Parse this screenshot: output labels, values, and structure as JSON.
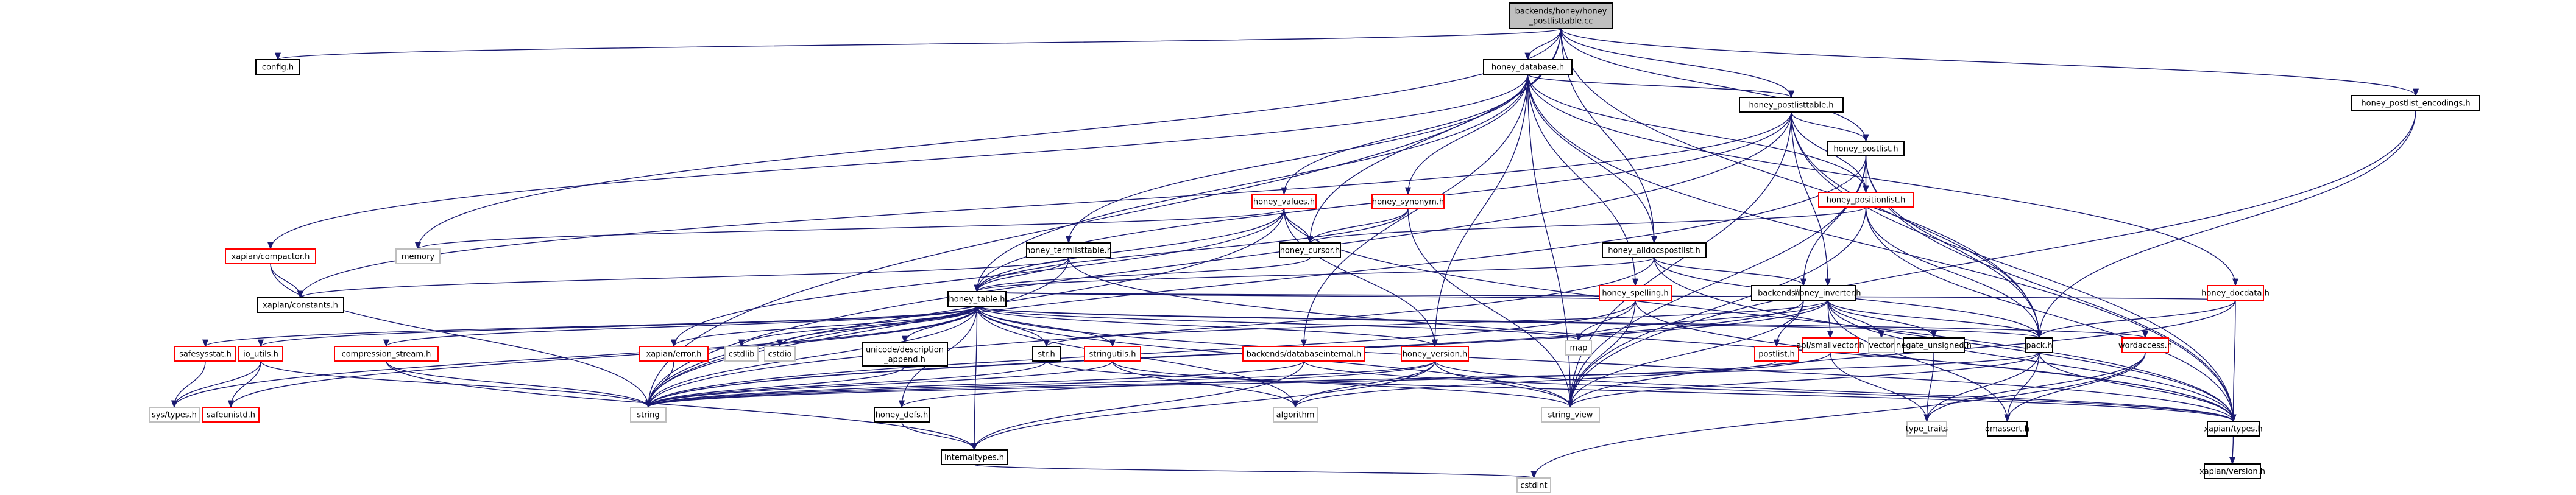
{
  "title": "backends/honey/honey_postlisttable.cc",
  "colors": {
    "edge": "#191970",
    "root_fill": "#bfbfbf",
    "normal_border": "#000000",
    "truncated_border": "#ff0000",
    "external_border": "#bfbfbf"
  },
  "nodes": [
    {
      "id": "root",
      "label": [
        "backends/honey/honey",
        "_postlisttable.cc"
      ],
      "kind": "root"
    },
    {
      "id": "config",
      "label": [
        "config.h"
      ],
      "kind": "normal"
    },
    {
      "id": "honey_database",
      "label": [
        "honey_database.h"
      ],
      "kind": "normal"
    },
    {
      "id": "honey_postlist_encodings",
      "label": [
        "honey_postlist_encodings.h"
      ],
      "kind": "normal"
    },
    {
      "id": "honey_postlisttable",
      "label": [
        "honey_postlisttable.h"
      ],
      "kind": "normal"
    },
    {
      "id": "honey_postlist",
      "label": [
        "honey_postlist.h"
      ],
      "kind": "normal"
    },
    {
      "id": "honey_positionlist",
      "label": [
        "honey_positionlist.h"
      ],
      "kind": "truncated"
    },
    {
      "id": "xapian_compactor",
      "label": [
        "xapian/compactor.h"
      ],
      "kind": "truncated"
    },
    {
      "id": "memory",
      "label": [
        "memory"
      ],
      "kind": "external"
    },
    {
      "id": "honey_values",
      "label": [
        "honey_values.h"
      ],
      "kind": "truncated"
    },
    {
      "id": "honey_synonym",
      "label": [
        "honey_synonym.h"
      ],
      "kind": "truncated"
    },
    {
      "id": "xapian_constants",
      "label": [
        "xapian/constants.h"
      ],
      "kind": "normal"
    },
    {
      "id": "honey_termlisttable",
      "label": [
        "honey_termlisttable.h"
      ],
      "kind": "normal"
    },
    {
      "id": "honey_cursor",
      "label": [
        "honey_cursor.h"
      ],
      "kind": "normal"
    },
    {
      "id": "honey_alldocspostlist",
      "label": [
        "honey_alldocspostlist.h"
      ],
      "kind": "normal"
    },
    {
      "id": "honey_docdata",
      "label": [
        "honey_docdata.h"
      ],
      "kind": "truncated"
    },
    {
      "id": "honey_table",
      "label": [
        "honey_table.h"
      ],
      "kind": "normal"
    },
    {
      "id": "honey_spelling",
      "label": [
        "honey_spelling.h"
      ],
      "kind": "truncated"
    },
    {
      "id": "leafpostlist",
      "label": [
        "backends/leafpostlist.h"
      ],
      "kind": "normal"
    },
    {
      "id": "honey_inverter",
      "label": [
        "honey_inverter.h"
      ],
      "kind": "normal"
    },
    {
      "id": "safesysstat",
      "label": [
        "safesysstat.h"
      ],
      "kind": "truncated"
    },
    {
      "id": "io_utils",
      "label": [
        "io_utils.h"
      ],
      "kind": "truncated"
    },
    {
      "id": "compression_stream",
      "label": [
        "compression_stream.h"
      ],
      "kind": "truncated"
    },
    {
      "id": "xapian_error",
      "label": [
        "xapian/error.h"
      ],
      "kind": "truncated"
    },
    {
      "id": "cstdlib",
      "label": [
        "cstdlib"
      ],
      "kind": "external"
    },
    {
      "id": "cstdio",
      "label": [
        "cstdio"
      ],
      "kind": "external"
    },
    {
      "id": "unicode_description",
      "label": [
        "unicode/description",
        "_append.h"
      ],
      "kind": "normal"
    },
    {
      "id": "str",
      "label": [
        "str.h"
      ],
      "kind": "normal"
    },
    {
      "id": "stringutils",
      "label": [
        "stringutils.h"
      ],
      "kind": "truncated"
    },
    {
      "id": "databaseinternal",
      "label": [
        "backends/databaseinternal.h"
      ],
      "kind": "truncated"
    },
    {
      "id": "honey_version",
      "label": [
        "honey_version.h"
      ],
      "kind": "truncated"
    },
    {
      "id": "map",
      "label": [
        "map"
      ],
      "kind": "external"
    },
    {
      "id": "postlist",
      "label": [
        "postlist.h"
      ],
      "kind": "truncated"
    },
    {
      "id": "smallvector",
      "label": [
        "api/smallvector.h"
      ],
      "kind": "truncated"
    },
    {
      "id": "vector",
      "label": [
        "vector"
      ],
      "kind": "external"
    },
    {
      "id": "negate_unsigned",
      "label": [
        "negate_unsigned.h"
      ],
      "kind": "normal"
    },
    {
      "id": "pack",
      "label": [
        "pack.h"
      ],
      "kind": "normal"
    },
    {
      "id": "wordaccess",
      "label": [
        "wordaccess.h"
      ],
      "kind": "truncated"
    },
    {
      "id": "sys_types",
      "label": [
        "sys/types.h"
      ],
      "kind": "external"
    },
    {
      "id": "safeunistd",
      "label": [
        "safeunistd.h"
      ],
      "kind": "truncated"
    },
    {
      "id": "string",
      "label": [
        "string"
      ],
      "kind": "external"
    },
    {
      "id": "honey_defs",
      "label": [
        "honey_defs.h"
      ],
      "kind": "normal"
    },
    {
      "id": "algorithm",
      "label": [
        "algorithm"
      ],
      "kind": "external"
    },
    {
      "id": "string_view",
      "label": [
        "string_view"
      ],
      "kind": "external"
    },
    {
      "id": "type_traits",
      "label": [
        "type_traits"
      ],
      "kind": "external"
    },
    {
      "id": "omassert",
      "label": [
        "omassert.h"
      ],
      "kind": "normal"
    },
    {
      "id": "xapian_types",
      "label": [
        "xapian/types.h"
      ],
      "kind": "normal"
    },
    {
      "id": "internaltypes",
      "label": [
        "internaltypes.h"
      ],
      "kind": "normal"
    },
    {
      "id": "xapian_version",
      "label": [
        "xapian/version.h"
      ],
      "kind": "normal"
    },
    {
      "id": "cstdint",
      "label": [
        "cstdint"
      ],
      "kind": "external"
    }
  ],
  "edges": [
    [
      "root",
      "config"
    ],
    [
      "root",
      "honey_database"
    ],
    [
      "root",
      "honey_postlist_encodings"
    ],
    [
      "root",
      "honey_postlisttable"
    ],
    [
      "root",
      "honey_postlist"
    ],
    [
      "root",
      "memory"
    ],
    [
      "root",
      "honey_cursor"
    ],
    [
      "root",
      "honey_alldocspostlist"
    ],
    [
      "root",
      "string"
    ],
    [
      "root",
      "pack"
    ],
    [
      "honey_database",
      "honey_postlisttable"
    ],
    [
      "honey_database",
      "xapian_compactor"
    ],
    [
      "honey_database",
      "honey_values"
    ],
    [
      "honey_database",
      "honey_synonym"
    ],
    [
      "honey_database",
      "honey_termlisttable"
    ],
    [
      "honey_database",
      "honey_alldocspostlist"
    ],
    [
      "honey_database",
      "honey_docdata"
    ],
    [
      "honey_database",
      "honey_spelling"
    ],
    [
      "honey_database",
      "databaseinternal"
    ],
    [
      "honey_database",
      "honey_version"
    ],
    [
      "honey_database",
      "honey_positionlist"
    ],
    [
      "honey_database",
      "honey_table"
    ],
    [
      "honey_database",
      "xapian_types"
    ],
    [
      "honey_database",
      "string_view"
    ],
    [
      "honey_postlisttable",
      "honey_postlist"
    ],
    [
      "honey_postlisttable",
      "honey_inverter"
    ],
    [
      "honey_postlisttable",
      "honey_positionlist"
    ],
    [
      "honey_postlisttable",
      "honey_table"
    ],
    [
      "honey_postlisttable",
      "pack"
    ],
    [
      "honey_postlisttable",
      "xapian_constants"
    ],
    [
      "honey_postlisttable",
      "string"
    ],
    [
      "honey_postlisttable",
      "xapian_types"
    ],
    [
      "honey_postlisttable",
      "string_view"
    ],
    [
      "honey_postlist",
      "honey_positionlist"
    ],
    [
      "honey_postlist",
      "leafpostlist"
    ],
    [
      "honey_postlist",
      "pack"
    ],
    [
      "honey_postlist",
      "string"
    ],
    [
      "honey_postlist",
      "string_view"
    ],
    [
      "honey_postlist",
      "xapian_types"
    ],
    [
      "honey_positionlist",
      "honey_cursor"
    ],
    [
      "honey_positionlist",
      "pack"
    ],
    [
      "honey_positionlist",
      "xapian_types"
    ],
    [
      "honey_positionlist",
      "string_view"
    ],
    [
      "honey_postlist_encodings",
      "string_view"
    ],
    [
      "honey_postlist_encodings",
      "pack"
    ],
    [
      "xapian_compactor",
      "xapian_constants"
    ],
    [
      "xapian_compactor",
      "string"
    ],
    [
      "honey_values",
      "honey_cursor"
    ],
    [
      "honey_values",
      "honey_table"
    ],
    [
      "honey_values",
      "memory"
    ],
    [
      "honey_values",
      "xapian_error"
    ],
    [
      "honey_values",
      "honey_version"
    ],
    [
      "honey_values",
      "xapian_types"
    ],
    [
      "honey_values",
      "string"
    ],
    [
      "honey_synonym",
      "honey_cursor"
    ],
    [
      "honey_synonym",
      "honey_table"
    ],
    [
      "honey_synonym",
      "string_view"
    ],
    [
      "honey_termlisttable",
      "honey_table"
    ],
    [
      "honey_termlisttable",
      "xapian_constants"
    ],
    [
      "honey_termlisttable",
      "xapian_types"
    ],
    [
      "honey_termlisttable",
      "string"
    ],
    [
      "honey_cursor",
      "honey_table"
    ],
    [
      "honey_alldocspostlist",
      "leafpostlist"
    ],
    [
      "honey_alldocspostlist",
      "honey_table"
    ],
    [
      "honey_alldocspostlist",
      "xapian_types"
    ],
    [
      "honey_alldocspostlist",
      "string"
    ],
    [
      "honey_alldocspostlist",
      "pack"
    ],
    [
      "honey_docdata",
      "pack"
    ],
    [
      "honey_docdata",
      "honey_table"
    ],
    [
      "honey_docdata",
      "xapian_types"
    ],
    [
      "honey_docdata",
      "string_view"
    ],
    [
      "honey_table",
      "safesysstat"
    ],
    [
      "honey_table",
      "io_utils"
    ],
    [
      "honey_table",
      "compression_stream"
    ],
    [
      "honey_table",
      "xapian_error"
    ],
    [
      "honey_table",
      "cstdlib"
    ],
    [
      "honey_table",
      "cstdio"
    ],
    [
      "honey_table",
      "unicode_description"
    ],
    [
      "honey_table",
      "str"
    ],
    [
      "honey_table",
      "stringutils"
    ],
    [
      "honey_table",
      "honey_version"
    ],
    [
      "honey_table",
      "map"
    ],
    [
      "honey_table",
      "pack"
    ],
    [
      "honey_table",
      "wordaccess"
    ],
    [
      "honey_table",
      "honey_defs"
    ],
    [
      "honey_table",
      "string"
    ],
    [
      "honey_table",
      "algorithm"
    ],
    [
      "honey_table",
      "string_view"
    ],
    [
      "honey_table",
      "xapian_types"
    ],
    [
      "honey_table",
      "internaltypes"
    ],
    [
      "honey_table",
      "sys_types"
    ],
    [
      "honey_table",
      "safeunistd"
    ],
    [
      "honey_spelling",
      "honey_table"
    ],
    [
      "honey_spelling",
      "map"
    ],
    [
      "honey_spelling",
      "string_view"
    ],
    [
      "honey_spelling",
      "xapian_types"
    ],
    [
      "honey_spelling",
      "string"
    ],
    [
      "leafpostlist",
      "postlist"
    ],
    [
      "leafpostlist",
      "string"
    ],
    [
      "leafpostlist",
      "string_view"
    ],
    [
      "honey_inverter",
      "smallvector"
    ],
    [
      "honey_inverter",
      "vector"
    ],
    [
      "honey_inverter",
      "negate_unsigned"
    ],
    [
      "honey_inverter",
      "pack"
    ],
    [
      "honey_inverter",
      "map"
    ],
    [
      "honey_inverter",
      "str"
    ],
    [
      "honey_inverter",
      "string"
    ],
    [
      "honey_inverter",
      "xapian_types"
    ],
    [
      "honey_inverter",
      "omassert"
    ],
    [
      "safesysstat",
      "sys_types"
    ],
    [
      "io_utils",
      "sys_types"
    ],
    [
      "io_utils",
      "safeunistd"
    ],
    [
      "io_utils",
      "string"
    ],
    [
      "compression_stream",
      "string"
    ],
    [
      "compression_stream",
      "internaltypes"
    ],
    [
      "xapian_error",
      "string"
    ],
    [
      "unicode_description",
      "string"
    ],
    [
      "str",
      "string"
    ],
    [
      "str",
      "xapian_types"
    ],
    [
      "stringutils",
      "string"
    ],
    [
      "stringutils",
      "algorithm"
    ],
    [
      "stringutils",
      "string_view"
    ],
    [
      "databaseinternal",
      "string"
    ],
    [
      "databaseinternal",
      "internaltypes"
    ],
    [
      "databaseinternal",
      "xapian_types"
    ],
    [
      "honey_version",
      "honey_defs"
    ],
    [
      "honey_version",
      "string"
    ],
    [
      "honey_version",
      "internaltypes"
    ],
    [
      "honey_version",
      "algorithm"
    ],
    [
      "honey_version",
      "string_view"
    ],
    [
      "honey_version",
      "xapian_types"
    ],
    [
      "postlist",
      "string"
    ],
    [
      "smallvector",
      "type_traits"
    ],
    [
      "smallvector",
      "algorithm"
    ],
    [
      "negate_unsigned",
      "type_traits"
    ],
    [
      "pack",
      "string"
    ],
    [
      "pack",
      "string_view"
    ],
    [
      "pack",
      "type_traits"
    ],
    [
      "pack",
      "omassert"
    ],
    [
      "pack",
      "xapian_types"
    ],
    [
      "wordaccess",
      "cstdint"
    ],
    [
      "wordaccess",
      "type_traits"
    ],
    [
      "wordaccess",
      "omassert"
    ],
    [
      "honey_defs",
      "internaltypes"
    ],
    [
      "internaltypes",
      "cstdint"
    ],
    [
      "xapian_types",
      "xapian_version"
    ]
  ]
}
